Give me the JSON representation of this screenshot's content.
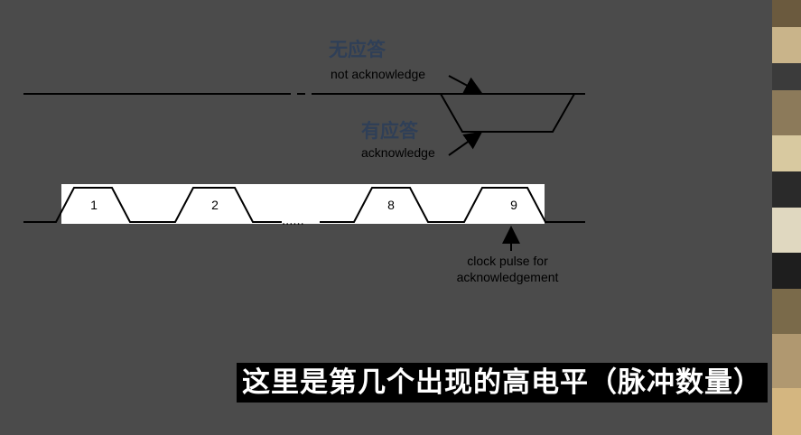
{
  "diagram": {
    "labels": {
      "nack_cn": "无应答",
      "nack_en": "not acknowledge",
      "ack_cn": "有应答",
      "ack_en": "acknowledge",
      "clock_note_line1": "clock pulse for",
      "clock_note_line2": "acknowledgement",
      "ellipsis": "......"
    },
    "pulses": [
      "1",
      "2",
      "8",
      "9"
    ]
  },
  "subtitle": "这里是第几个出现的高电平（脉冲数量）",
  "colors": {
    "background": "#4b4b4b",
    "panel": "#ffffff",
    "line": "#000000",
    "label_cn": "#2f3f57",
    "subtitle_bg": "#000000",
    "subtitle_text": "#ffffff"
  }
}
